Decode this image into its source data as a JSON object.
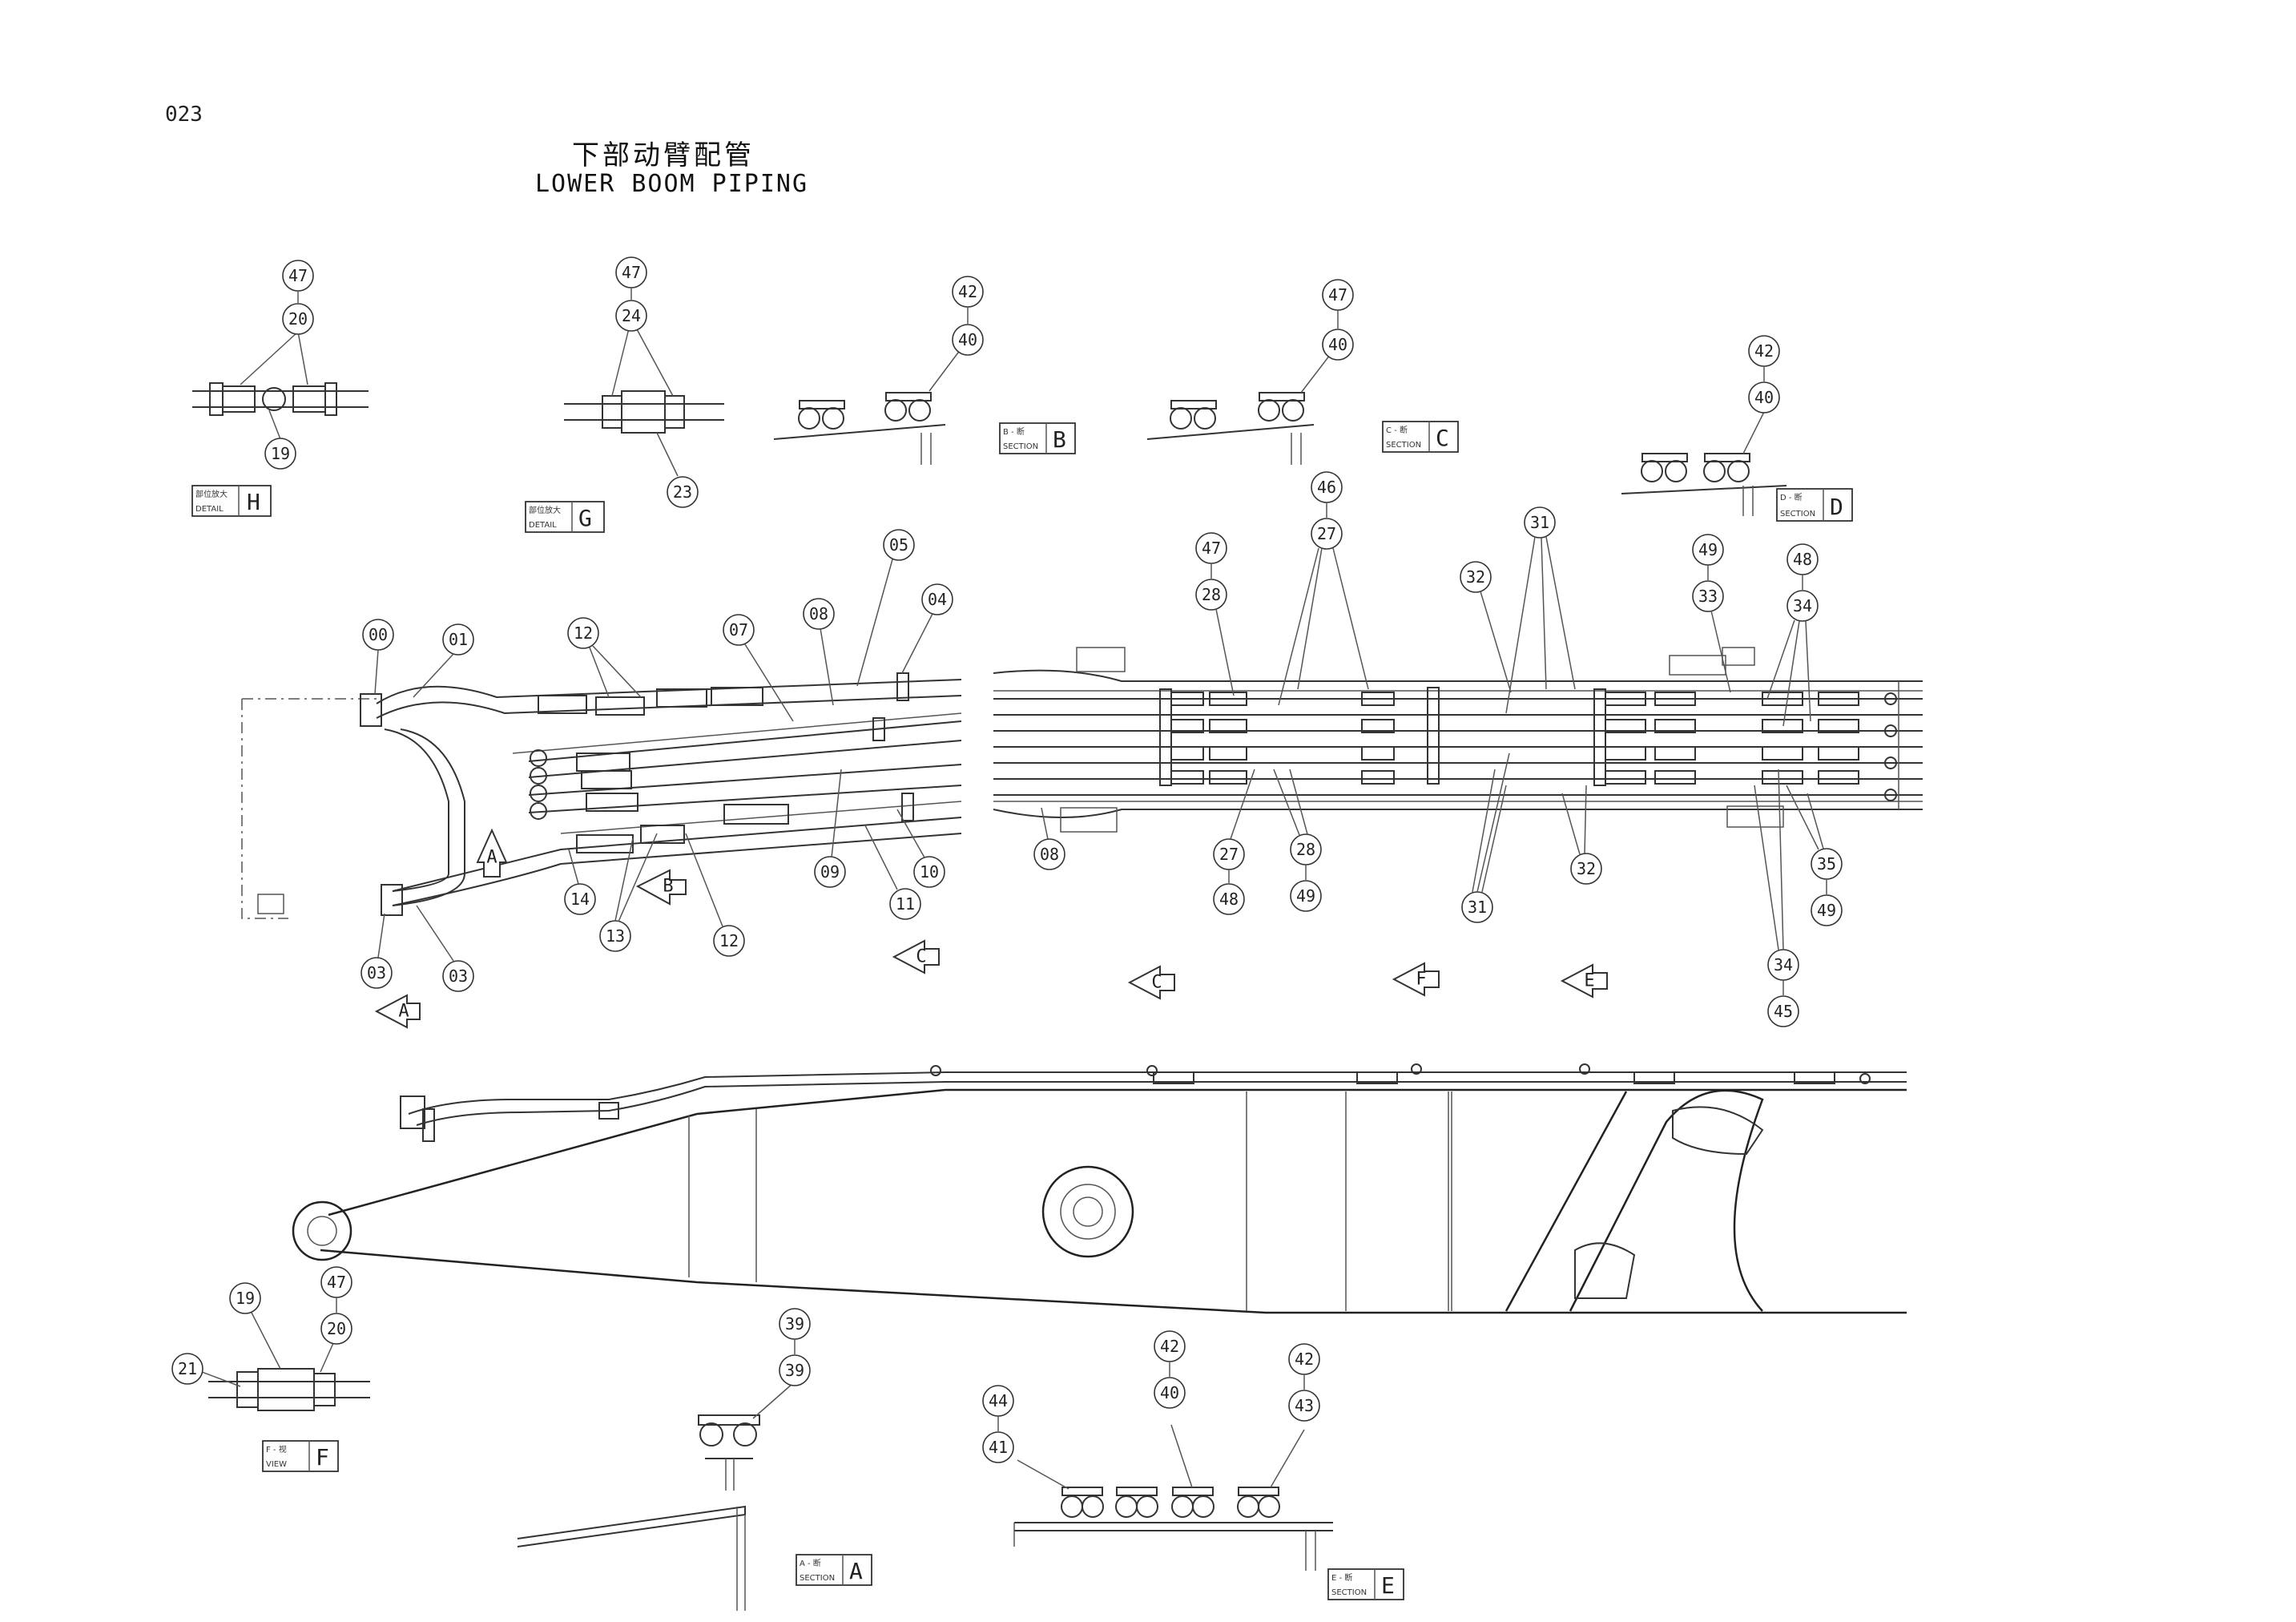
{
  "page_number": "023",
  "title_cn": "下部动臂配管",
  "title_en": "LOWER BOOM PIPING",
  "callouts": {
    "c1": "47",
    "c2": "20",
    "c3": "19",
    "c4": "47",
    "c5": "24",
    "c6": "23",
    "c7": "42",
    "c8": "40",
    "c9": "47",
    "c10": "40",
    "c11": "42",
    "c12": "40",
    "c13": "00",
    "c14": "01",
    "c15": "12",
    "c16": "07",
    "c17": "08",
    "c18": "05",
    "c19": "04",
    "c20": "14",
    "c21": "13",
    "c22": "12",
    "c23": "09",
    "c24": "11",
    "c25": "10",
    "c26": "03",
    "c27": "03",
    "c28": "47",
    "c29": "28",
    "c30": "46",
    "c31": "27",
    "c32": "32",
    "c33": "31",
    "c34": "49",
    "c35": "33",
    "c36": "48",
    "c37": "34",
    "c38": "08",
    "c39": "27",
    "c40": "48",
    "c41": "28",
    "c42": "49",
    "c43": "31",
    "c44": "32",
    "c45": "35",
    "c46": "49",
    "c47": "34",
    "c48": "45",
    "c49": "19",
    "c50": "47",
    "c51": "21",
    "c52": "20",
    "c53": "39",
    "c54": "39",
    "c55": "42",
    "c56": "40",
    "c57": "42",
    "c58": "43",
    "c59": "44",
    "c60": "41"
  },
  "labels": {
    "detail_h": {
      "small1": "部位放大",
      "small2": "DETAIL",
      "letter": "H"
    },
    "detail_g": {
      "small1": "部位放大",
      "small2": "DETAIL",
      "letter": "G"
    },
    "section_b": {
      "small1": "B - 断",
      "small2": "SECTION",
      "letter": "B"
    },
    "section_c": {
      "small1": "C - 断",
      "small2": "SECTION",
      "letter": "C"
    },
    "section_d": {
      "small1": "D - 断",
      "small2": "SECTION",
      "letter": "D"
    },
    "view_f": {
      "small1": "F - 视",
      "small2": "VIEW",
      "letter": "F"
    },
    "section_a": {
      "small1": "A - 断",
      "small2": "SECTION",
      "letter": "A"
    },
    "section_e": {
      "small1": "E - 断",
      "small2": "SECTION",
      "letter": "E"
    }
  },
  "view_arrows": {
    "a1": "A",
    "a2": "A",
    "b": "B",
    "c1": "C",
    "c2": "C",
    "f": "F",
    "e": "E"
  }
}
